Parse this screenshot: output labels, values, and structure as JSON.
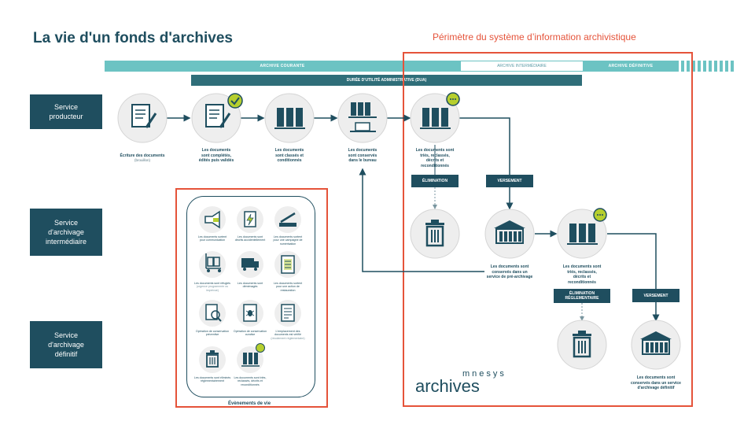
{
  "title": "La vie d'un fonds d'archives",
  "perimeter_label": "Périmètre du système d’information archivistique",
  "bars": {
    "courante": "ARCHIVE COURANTE",
    "intermediaire": "ARCHIVE INTERMÉDIAIRE",
    "definitive": "ARCHIVE DÉFINITIVE",
    "dua": "DURÉE D'UTILITÉ ADMINISTRATIVE (DUA)"
  },
  "services": {
    "producteur": "Service\nproducteur",
    "intermediaire": "Service\nd'archivage\nintermédiaire",
    "definitif": "Service\nd'archivage\ndéfinitif"
  },
  "steps": {
    "ecriture": "Écriture des documents",
    "ecriture_sub": "(brouillon)",
    "completes": "Les documents\nsont complétés,\nédités puis validés",
    "classes": "Les documents\nsont classés et\nconditionnés",
    "conserves_bureau": "Les documents\nsont conservés\ndans le bureau",
    "tries_1": "Les documents sont\ntriés, reclassés,\ndécrits et\nreconditionnés",
    "conserves_pre": "Les documents sont\nconservés dans un\nservice de pré-archivage",
    "tries_2": "Les documents sont\ntriés, reclassés,\ndécrits et\nreconditionnés",
    "conserves_def": "Les documents sont\nconservés dans un service\nd'archivage définitif"
  },
  "tags": {
    "elimination": "ÉLIMINATION",
    "versement_1": "VERSEMENT",
    "elimination_reg": "ÉLIMINATION\nRÉGLEMENTAIRE",
    "versement_2": "VERSEMENT"
  },
  "events": {
    "caption": "Évènements de vie",
    "items": [
      {
        "label": "Les documents sortent\npour communication",
        "sub": ""
      },
      {
        "label": "Les documents sont\ndécrits accidentellement",
        "sub": ""
      },
      {
        "label": "Les documents sortent\npour une campagne de\nnumérisation",
        "sub": ""
      },
      {
        "label": "Les documents sont réfugiés",
        "sub": "(urgence programmée ou\nimprévue)"
      },
      {
        "label": "Les documents sont\ndéménagés",
        "sub": ""
      },
      {
        "label": "Les documents sortent\npour une action de\nrestauration",
        "sub": ""
      },
      {
        "label": "Opération de conservation\npréventive",
        "sub": ""
      },
      {
        "label": "Opération de conservation\ncurative",
        "sub": ""
      },
      {
        "label": "L'emplacement des\ndocuments est vérifié",
        "sub": "(récolement réglementaire)"
      },
      {
        "label": "Les documents sont éliminés\nréglementairement",
        "sub": ""
      },
      {
        "label": "Les documents sont triés,\nreclassés, décrits et\nreconditionnés",
        "sub": ""
      }
    ]
  },
  "logo": {
    "archives": "archives",
    "mnesys": "mnesys"
  },
  "colors": {
    "navy": "#1f4e5f",
    "teal": "#6cc3c3",
    "accent": "#e5533a",
    "badge": "#b6cf2e",
    "circle": "#eeeeee"
  }
}
